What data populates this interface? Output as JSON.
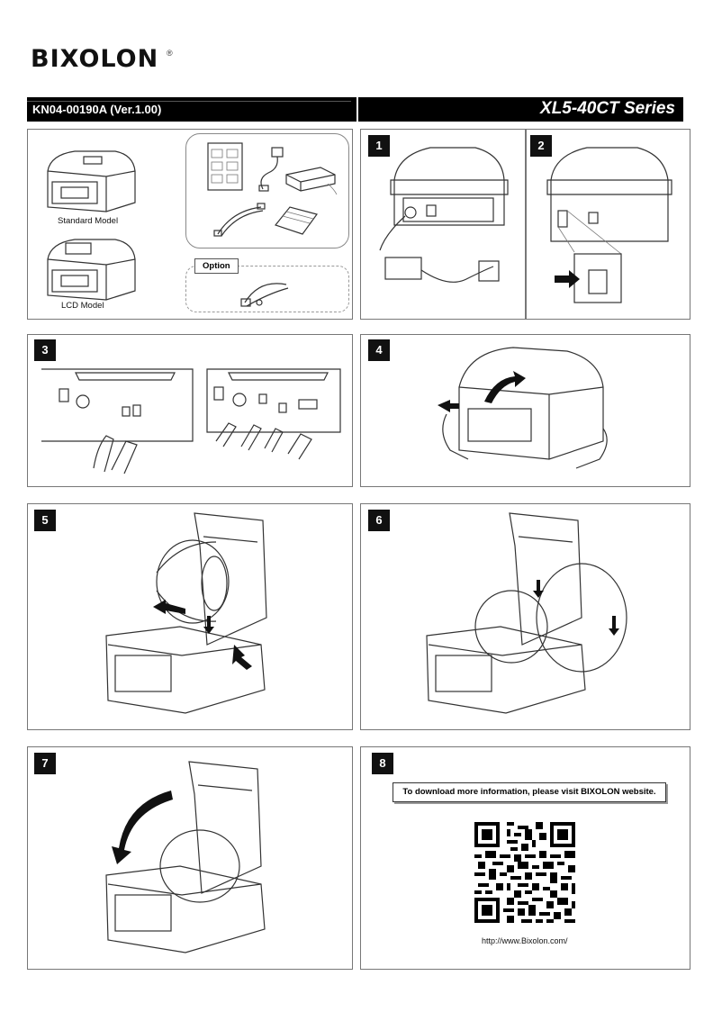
{
  "brand": {
    "logo": "BIXOLON",
    "registered_mark": "®"
  },
  "header": {
    "doc_code": "KN04-00190A  (Ver.1.00)",
    "product": "XL5-40CT Series"
  },
  "models": {
    "standard": "Standard Model",
    "lcd": "LCD Model",
    "option_label": "Option"
  },
  "steps": [
    "1",
    "2",
    "3",
    "4",
    "5",
    "6",
    "7",
    "8"
  ],
  "step8": {
    "notice": "To download more information, please visit BIXOLON website.",
    "url": "http://www.Bixolon.com/"
  }
}
